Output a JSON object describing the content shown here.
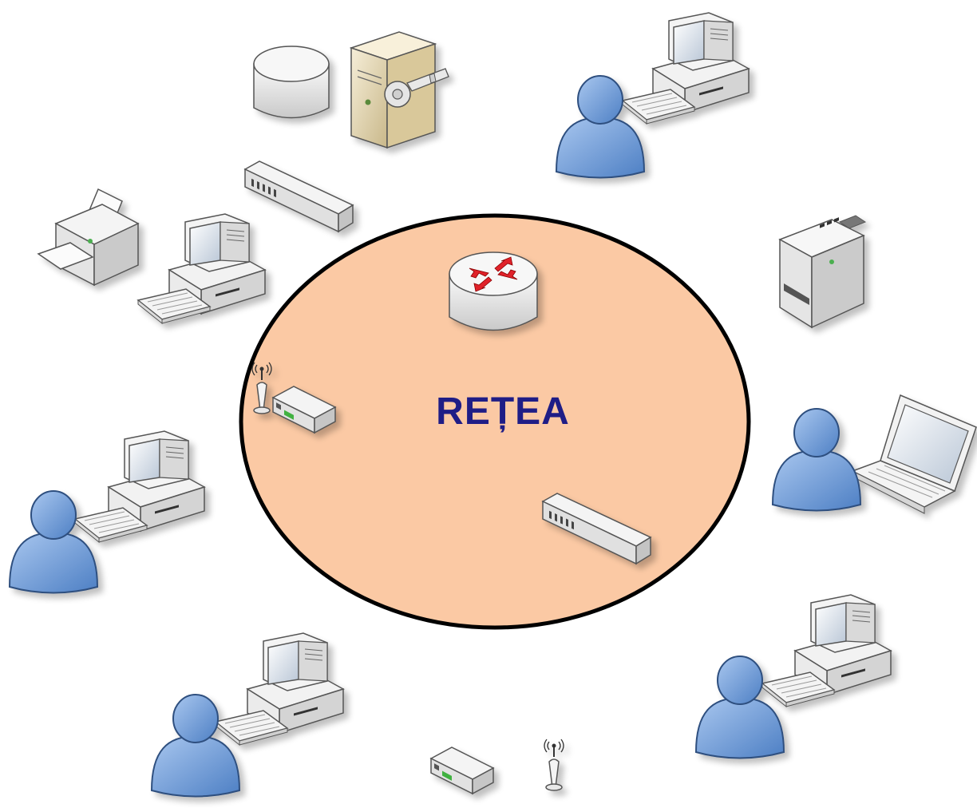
{
  "diagram": {
    "center_label": "REȚEA",
    "colors": {
      "network_fill": "#fbc9a4",
      "network_stroke": "#000000",
      "label": "#1f1d86",
      "user_blue": "#6d9bd8",
      "device_gray": "#e6e6e6",
      "server_beige": "#e9dcb8",
      "router_arrow": "#e0202a"
    },
    "devices": [
      {
        "name": "database-icon",
        "kind": "database"
      },
      {
        "name": "auth-server-icon",
        "kind": "server-with-key"
      },
      {
        "name": "switch-top-icon",
        "kind": "switch"
      },
      {
        "name": "printer-left-icon",
        "kind": "printer"
      },
      {
        "name": "workstation-topleft-icon",
        "kind": "computer"
      },
      {
        "name": "user-workstation-topright",
        "kind": "user+computer"
      },
      {
        "name": "fax-printer-right-icon",
        "kind": "multifunction-printer"
      },
      {
        "name": "user-laptop-right",
        "kind": "user+laptop"
      },
      {
        "name": "user-workstation-left",
        "kind": "user+computer"
      },
      {
        "name": "user-workstation-bottomleft",
        "kind": "user+computer"
      },
      {
        "name": "user-workstation-bottomright",
        "kind": "user+computer"
      },
      {
        "name": "wireless-bottom",
        "kind": "modem+antenna"
      },
      {
        "name": "router-icon",
        "kind": "router"
      },
      {
        "name": "wireless-modem-inner",
        "kind": "modem+antenna"
      },
      {
        "name": "switch-inner-icon",
        "kind": "switch"
      }
    ]
  }
}
